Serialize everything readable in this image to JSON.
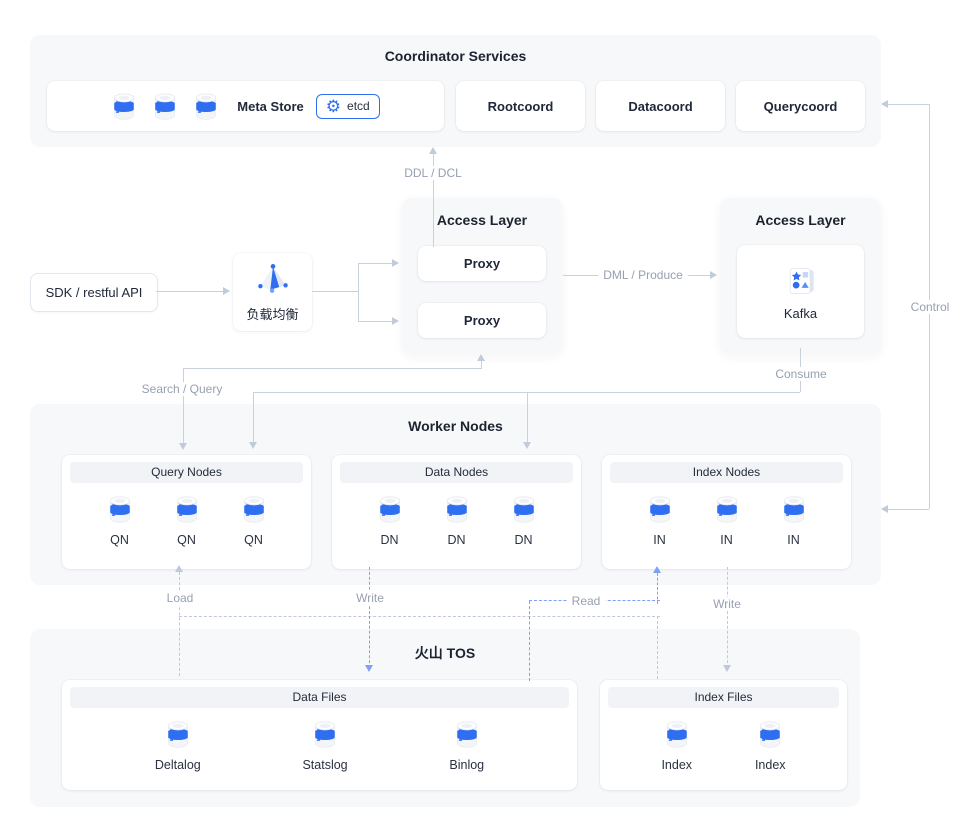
{
  "coordinator": {
    "title": "Coordinator Services",
    "meta_store_label": "Meta Store",
    "etcd_label": "etcd",
    "services": [
      "Rootcoord",
      "Datacoord",
      "Querycoord"
    ]
  },
  "client": {
    "sdk_label": "SDK / restful API",
    "lb_label": "负载均衡"
  },
  "access_proxy": {
    "title": "Access Layer",
    "proxies": [
      "Proxy",
      "Proxy"
    ]
  },
  "access_mq": {
    "title": "Access Layer",
    "mq_label": "Kafka"
  },
  "worker": {
    "title": "Worker Nodes",
    "groups": [
      {
        "title": "Query Nodes",
        "nodes": [
          "QN",
          "QN",
          "QN"
        ]
      },
      {
        "title": "Data Nodes",
        "nodes": [
          "DN",
          "DN",
          "DN"
        ]
      },
      {
        "title": "Index Nodes",
        "nodes": [
          "IN",
          "IN",
          "IN"
        ]
      }
    ]
  },
  "storage": {
    "title": "火山 TOS",
    "groups": [
      {
        "title": "Data Files",
        "nodes": [
          "Deltalog",
          "Statslog",
          "Binlog"
        ]
      },
      {
        "title": "Index Files",
        "nodes": [
          "Index",
          "Index"
        ]
      }
    ]
  },
  "edges": {
    "ddl": "DDL / DCL",
    "dml": "DML / Produce",
    "search": "Search / Query",
    "consume": "Consume",
    "control": "Control",
    "load": "Load",
    "write_data": "Write",
    "read": "Read",
    "write_index": "Write"
  },
  "colors": {
    "accent": "#2f6ef0",
    "solid_line": "#c9d1de",
    "dashed_blue": "#7da1f4",
    "dashed_gray": "#bfc9d9",
    "section_bg": "#f7f8fa"
  }
}
